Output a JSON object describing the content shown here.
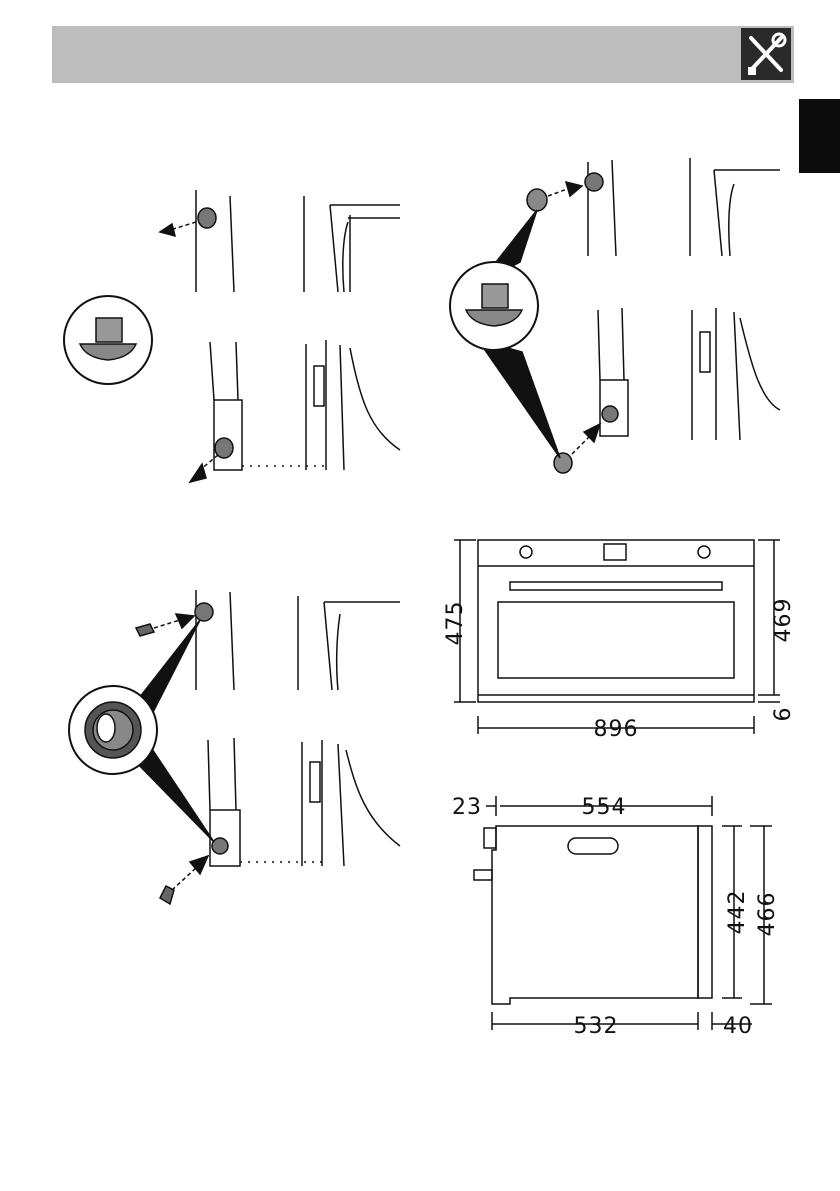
{
  "header": {
    "icon": "tools-icon",
    "background_color": "#bdbdbd"
  },
  "language_tab": {
    "color": "#0c0c0c"
  },
  "figures": {
    "front_view": {
      "height_total": "475",
      "height_body": "469",
      "base_offset": "6",
      "width": "896"
    },
    "side_view": {
      "front_protrusion": "23",
      "depth_top": "554",
      "height_inner": "442",
      "height_total": "466",
      "depth_bottom": "532",
      "rear_depth": "40"
    }
  }
}
